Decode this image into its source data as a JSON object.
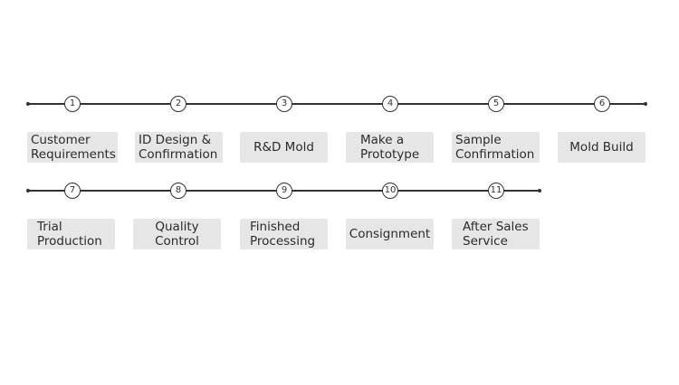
{
  "steps": [
    {
      "number": "1",
      "label": "Customer\nRequirements"
    },
    {
      "number": "2",
      "label": "ID Design &\nConfirmation"
    },
    {
      "number": "3",
      "label": "R&D Mold"
    },
    {
      "number": "4",
      "label": "Make a\nPrototype"
    },
    {
      "number": "5",
      "label": "Sample\nConfirmation"
    },
    {
      "number": "6",
      "label": "Mold Build"
    },
    {
      "number": "7",
      "label": "Trial\nProduction"
    },
    {
      "number": "8",
      "label": "Quality\nControl"
    },
    {
      "number": "9",
      "label": "Finished\nProcessing"
    },
    {
      "number": "10",
      "label": "Consignment"
    },
    {
      "number": "11",
      "label": "After Sales\nService"
    }
  ],
  "colors": {
    "line": "#333333",
    "box": "#e6e6e6",
    "text": "#2b2b2b"
  }
}
